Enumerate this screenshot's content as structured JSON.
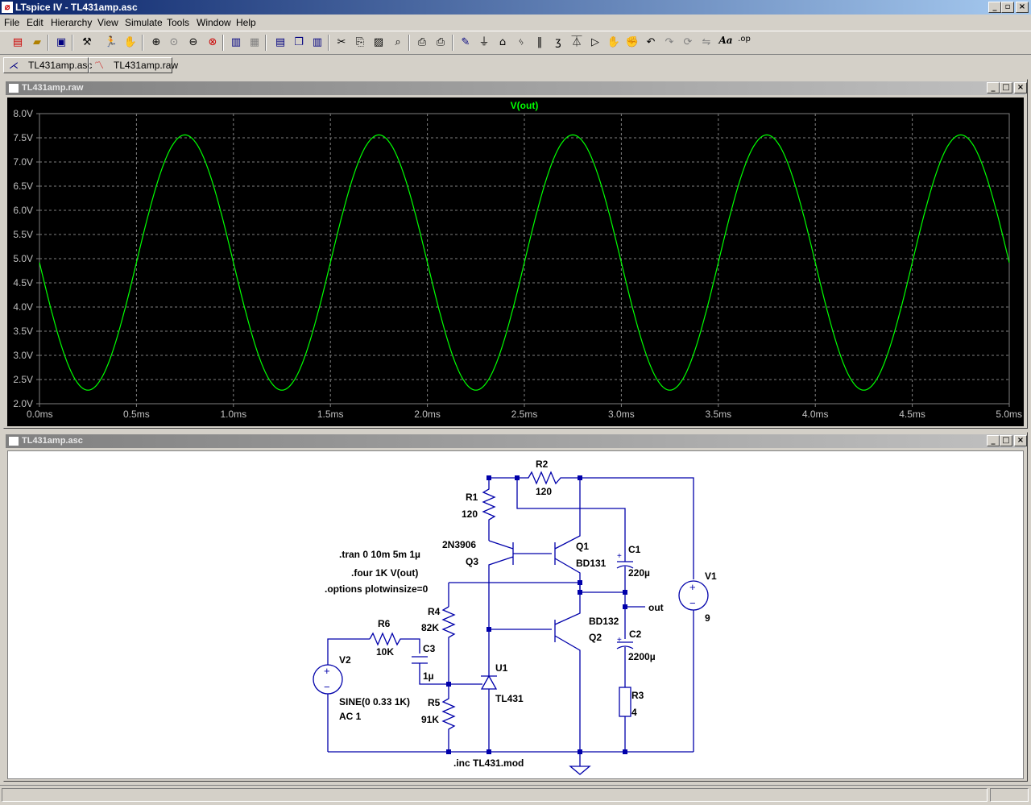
{
  "window": {
    "title": "LTspice IV - TL431amp.asc",
    "controls": {
      "minimize": "_",
      "restore": "❐",
      "close": "✕"
    }
  },
  "menu": [
    {
      "label": "File"
    },
    {
      "label": "Edit"
    },
    {
      "label": "Hierarchy"
    },
    {
      "label": "View"
    },
    {
      "label": "Simulate"
    },
    {
      "label": "Tools"
    },
    {
      "label": "Window"
    },
    {
      "label": "Help"
    }
  ],
  "toolbar": {
    "icons": [
      "new-schematic-icon",
      "open-icon",
      "save-icon",
      "control-panel-icon",
      "run-icon",
      "halt-icon",
      "zoom-in-icon",
      "pan-icon",
      "zoom-out-icon",
      "zoom-fit-icon",
      "autorange-icon",
      "autorange-x-icon",
      "tile-horizontal-icon",
      "cascade-icon",
      "tile-vertical-icon",
      "cut-icon",
      "copy-icon",
      "paste-icon",
      "find-icon",
      "print-setup-icon",
      "print-icon",
      "draw-wire-icon",
      "ground-icon",
      "label-net-icon",
      "resistor-icon",
      "capacitor-icon",
      "inductor-icon",
      "diode-icon",
      "component-icon",
      "move-icon",
      "drag-icon",
      "undo-icon",
      "redo-icon",
      "rotate-icon",
      "mirror-icon",
      "text-icon",
      "spice-directive-icon"
    ],
    "text_glyphs": {
      "text": "Aa",
      "spice": ".op"
    }
  },
  "tabs": [
    {
      "label": "TL431amp.asc",
      "icon": "schematic-icon",
      "active": true
    },
    {
      "label": "TL431amp.raw",
      "icon": "waveform-icon",
      "active": false
    }
  ],
  "plot_window": {
    "title": "TL431amp.raw",
    "trace_label": "V(out)",
    "trace_color": "#00ff00"
  },
  "chart_data": {
    "type": "line",
    "title": "V(out)",
    "xlabel": "",
    "ylabel": "",
    "x_ticks": [
      "0.0ms",
      "0.5ms",
      "1.0ms",
      "1.5ms",
      "2.0ms",
      "2.5ms",
      "3.0ms",
      "3.5ms",
      "4.0ms",
      "4.5ms",
      "5.0ms"
    ],
    "y_ticks": [
      "8.0V",
      "7.5V",
      "7.0V",
      "6.5V",
      "6.0V",
      "5.5V",
      "5.0V",
      "4.5V",
      "4.0V",
      "3.5V",
      "3.0V",
      "2.5V",
      "2.0V"
    ],
    "xlim_ms": [
      0,
      5
    ],
    "ylim_v": [
      2.0,
      8.0
    ],
    "grid": true,
    "series": [
      {
        "name": "V(out)",
        "color": "#00ff00",
        "waveform": "sine",
        "offset_v": 4.92,
        "amplitude_v": 2.64,
        "frequency_hz": 1000,
        "phase_deg": 180
      }
    ]
  },
  "schematic_window": {
    "title": "TL431amp.asc",
    "labels": {
      "R2": "R2",
      "R2_val": "120",
      "R1": "R1",
      "R1_val": "120",
      "Q3_model": "2N3906",
      "Q3": "Q3",
      "Q1": "Q1",
      "Q1_model": "BD131",
      "C1": "C1",
      "C1_val": "220µ",
      "V1": "V1",
      "V1_val": "9",
      "tran": ".tran 0 10m 5m 1µ",
      "four": ".four 1K V(out)",
      "options": ".options plotwinsize=0",
      "R4": "R4",
      "R4_val": "82K",
      "out": "out",
      "BD132": "BD132",
      "Q2": "Q2",
      "C2": "C2",
      "C2_val": "2200µ",
      "R6": "R6",
      "R6_val": "10K",
      "C3": "C3",
      "C3_val": "1µ",
      "V2": "V2",
      "U1": "U1",
      "U1_model": "TL431",
      "R5": "R5",
      "R5_val": "91K",
      "R3": "R3",
      "R3_val": "4",
      "sine": "SINE(0 0.33 1K)",
      "ac": "AC 1",
      "inc": ".inc TL431.mod"
    }
  }
}
